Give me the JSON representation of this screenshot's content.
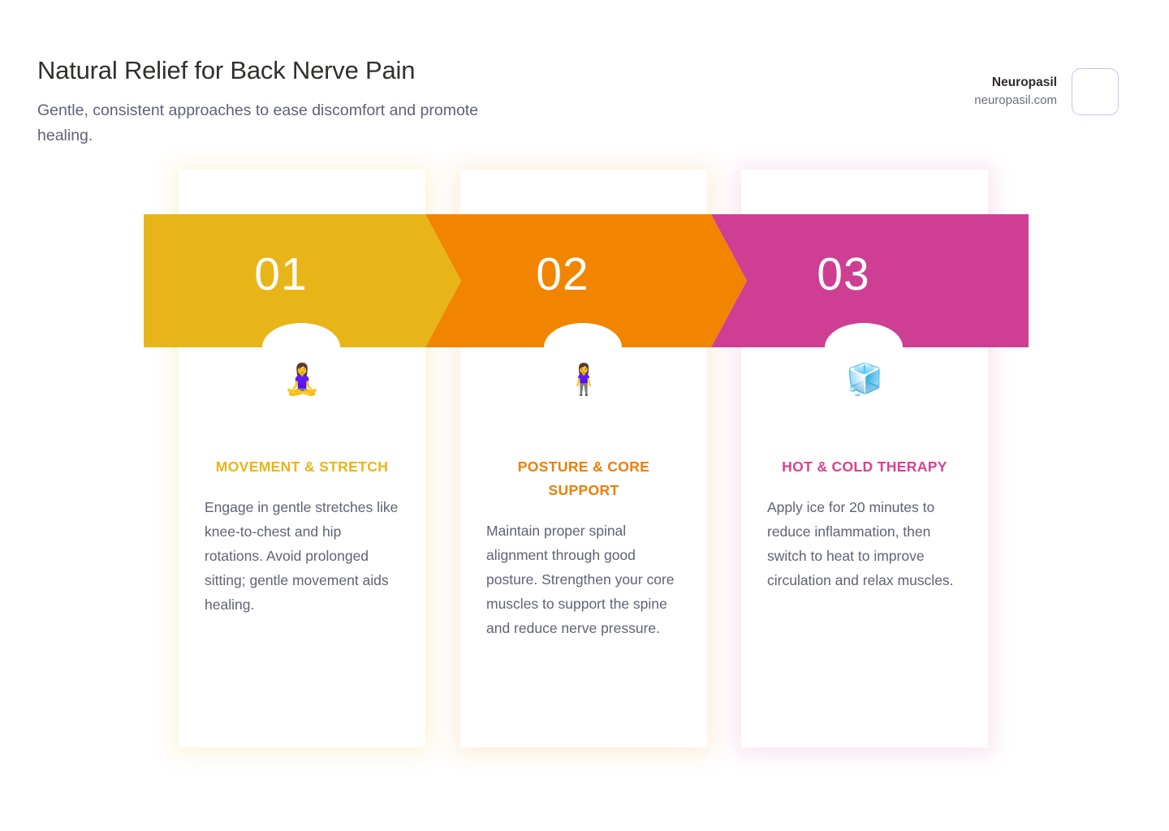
{
  "header": {
    "title": "Natural Relief for Back Nerve Pain",
    "subtitle": "Gentle, consistent approaches to ease discomfort and promote healing."
  },
  "brand": {
    "name": "Neuropasil",
    "url": "neuropasil.com",
    "logo_icon": "logo-placeholder-square"
  },
  "colors": {
    "step_1": "#E8B519",
    "step_2": "#F28500",
    "step_3": "#CE3F94",
    "title": "#332F2C",
    "body_text": "#5F6376"
  },
  "steps": [
    {
      "number": "01",
      "icon": "woman-in-lotus-position-icon",
      "emoji": "🧘‍♀️",
      "heading": "Movement & Stretch",
      "text": "Engage in gentle stretches like knee-to-chest and hip rotations. Avoid prolonged sitting; gentle movement aids healing.",
      "color": "#E8B519"
    },
    {
      "number": "02",
      "icon": "standing-woman-icon",
      "emoji": "🧍‍♀️",
      "heading": "Posture & Core Support",
      "text": "Maintain proper spinal alignment through good posture. Strengthen your core muscles to support the spine and reduce nerve pressure.",
      "color": "#F28500"
    },
    {
      "number": "03",
      "icon": "ice-cube-icon",
      "emoji": "🧊",
      "heading": "Hot & Cold Therapy",
      "text": "Apply ice for 20 minutes to reduce inflammation, then switch to heat to improve circulation and relax muscles.",
      "color": "#CE3F94"
    }
  ]
}
